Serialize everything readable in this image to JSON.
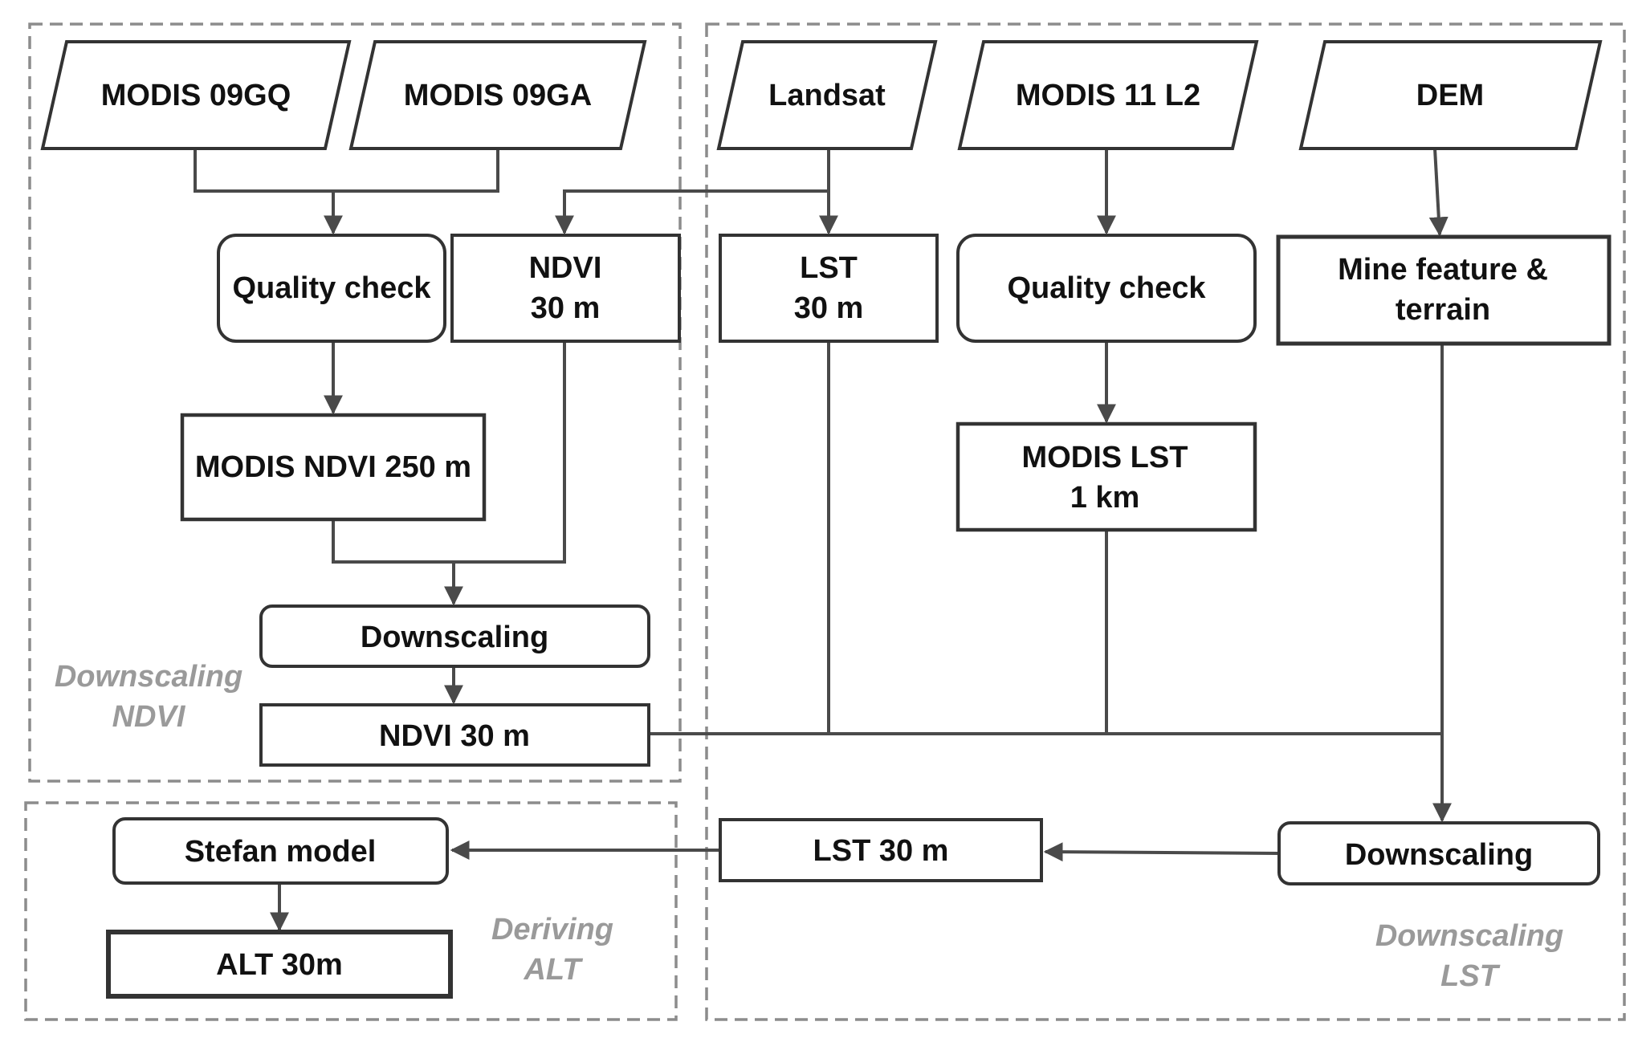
{
  "regions": {
    "downscaling_ndvi": {
      "line1": "Downscaling",
      "line2": "NDVI"
    },
    "deriving_alt": {
      "line1": "Deriving",
      "line2": "ALT"
    },
    "downscaling_lst": {
      "line1": "Downscaling",
      "line2": "LST"
    }
  },
  "inputs": {
    "modis_09gq": "MODIS 09GQ",
    "modis_09ga": "MODIS 09GA",
    "landsat": "Landsat",
    "modis_11l2": "MODIS 11 L2",
    "dem": "DEM"
  },
  "ndvi_branch": {
    "quality_check": "Quality check",
    "ndvi_30m_line1": "NDVI",
    "ndvi_30m_line2": "30 m",
    "modis_ndvi_250m": "MODIS NDVI 250 m",
    "downscaling": "Downscaling",
    "ndvi_30m_output": "NDVI 30 m"
  },
  "lst_branch": {
    "lst_30m_line1": "LST",
    "lst_30m_line2": "30 m",
    "quality_check": "Quality check",
    "mine_feature_line1": "Mine feature &",
    "mine_feature_line2": "terrain",
    "modis_lst_line1": "MODIS LST",
    "modis_lst_line2": "1 km",
    "downscaling": "Downscaling",
    "lst_30m_output": "LST 30 m"
  },
  "alt_branch": {
    "stefan_model": "Stefan model",
    "alt_30m": "ALT 30m"
  }
}
